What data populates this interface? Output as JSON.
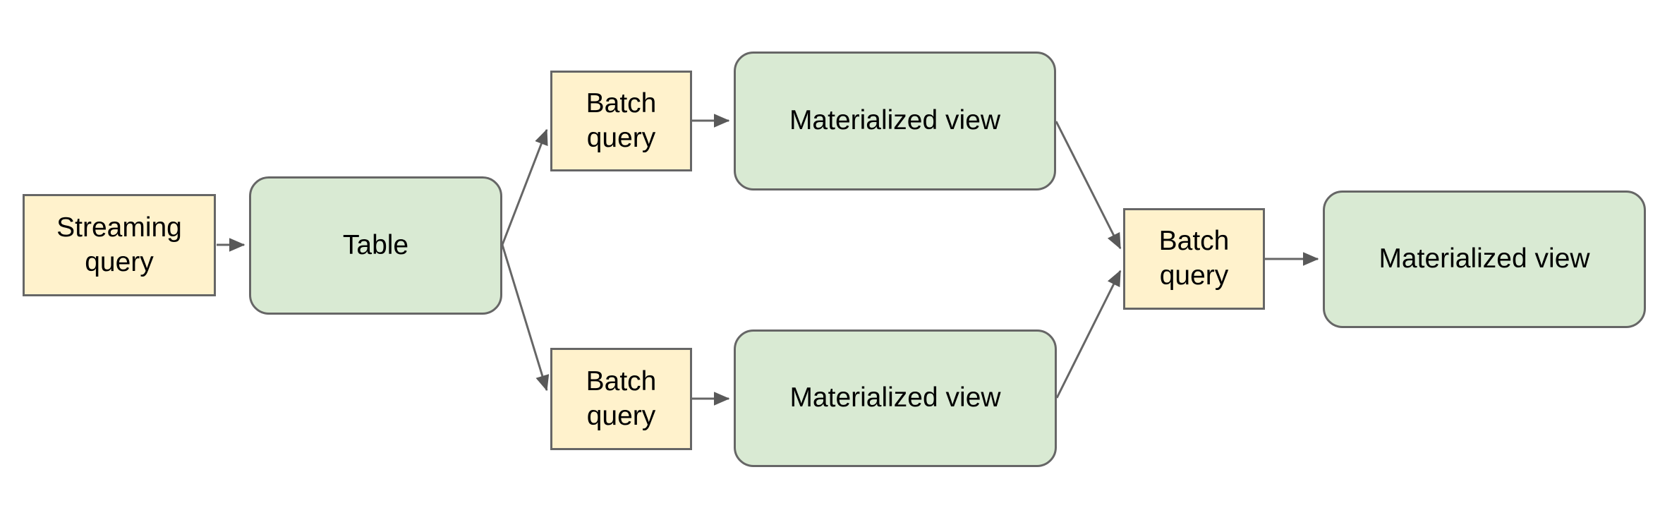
{
  "diagram": {
    "title": "streaming-to-materialized-view-pipeline",
    "background": "#ffffff",
    "colors": {
      "query_fill": "#fff2cc",
      "storage_fill": "#d9ead3",
      "border": "#666666",
      "arrow_line": "#666666",
      "arrow_head": "#595959",
      "text": "#000000"
    },
    "nodes": [
      {
        "id": "streaming-query",
        "label": "Streaming query",
        "shape": "rectangle",
        "fill": "yellow"
      },
      {
        "id": "table",
        "label": "Table",
        "shape": "rounded-rectangle",
        "fill": "green"
      },
      {
        "id": "batch-query-top",
        "label": "Batch query",
        "shape": "rectangle",
        "fill": "yellow"
      },
      {
        "id": "materialized-view-top",
        "label": "Materialized view",
        "shape": "rounded-rectangle",
        "fill": "green"
      },
      {
        "id": "batch-query-bottom",
        "label": "Batch query",
        "shape": "rectangle",
        "fill": "yellow"
      },
      {
        "id": "materialized-view-bottom",
        "label": "Materialized view",
        "shape": "rounded-rectangle",
        "fill": "green"
      },
      {
        "id": "batch-query-center",
        "label": "Batch query",
        "shape": "rectangle",
        "fill": "yellow"
      },
      {
        "id": "materialized-view-final",
        "label": "Materialized view",
        "shape": "rounded-rectangle",
        "fill": "green"
      }
    ],
    "edges": [
      {
        "from": "streaming-query",
        "to": "table"
      },
      {
        "from": "table",
        "to": "batch-query-top"
      },
      {
        "from": "table",
        "to": "batch-query-bottom"
      },
      {
        "from": "batch-query-top",
        "to": "materialized-view-top"
      },
      {
        "from": "batch-query-bottom",
        "to": "materialized-view-bottom"
      },
      {
        "from": "materialized-view-top",
        "to": "batch-query-center"
      },
      {
        "from": "materialized-view-bottom",
        "to": "batch-query-center"
      },
      {
        "from": "batch-query-center",
        "to": "materialized-view-final"
      }
    ]
  }
}
